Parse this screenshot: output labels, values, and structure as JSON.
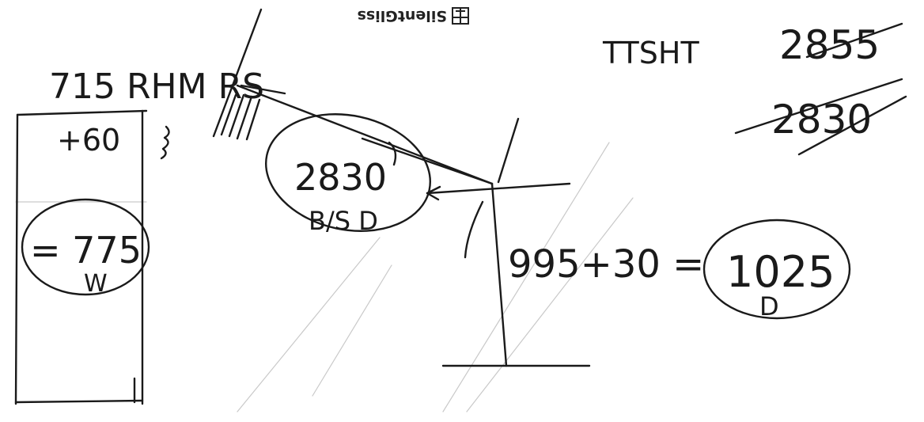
{
  "logo": {
    "text": "SilentGliss"
  },
  "notes": {
    "top_left": "715 RHM RS",
    "plus_60": "+60",
    "width_value": "= 775",
    "width_letter": "W",
    "circle_center": "2830",
    "bsd_label": "B/S D",
    "height_label": "TTSHT",
    "height_struck_1": "2855",
    "height_struck_2": "2830",
    "drop_calc": "995+30 =",
    "drop_value": "1025",
    "drop_letter": "D"
  },
  "colors": {
    "ink": "#1a1a1a",
    "paper": "#ffffff",
    "faint": "#c9c9c9"
  }
}
